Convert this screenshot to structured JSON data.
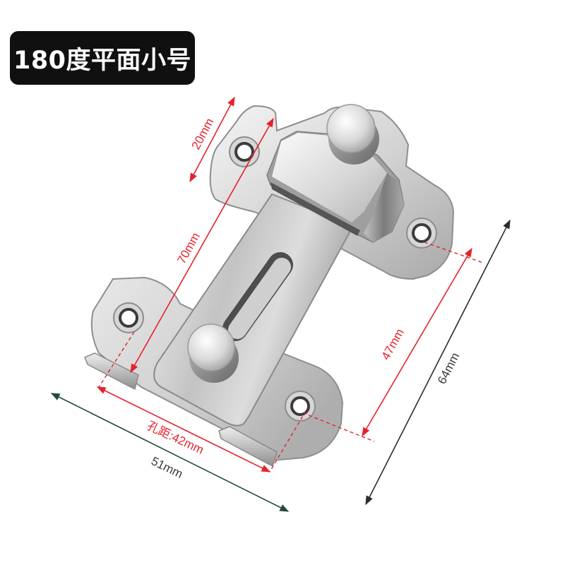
{
  "badge": {
    "label": "180度平面小号"
  },
  "dimensions": {
    "plate_width": "20mm",
    "bar_length": "70mm",
    "keeper_height": "47mm",
    "overall_height": "64mm",
    "hole_spacing": "孔距:42mm",
    "overall_width": "51mm"
  },
  "colors": {
    "badge_bg": "#101010",
    "badge_text": "#ffffff",
    "dimension_red": "#e5222b",
    "width_line": "#1f4b3d",
    "height_line": "#2b2b2b",
    "label_gray": "#3a3a3a",
    "steel_light": "#f2f2f2",
    "steel_dark": "#9c9c9c"
  }
}
